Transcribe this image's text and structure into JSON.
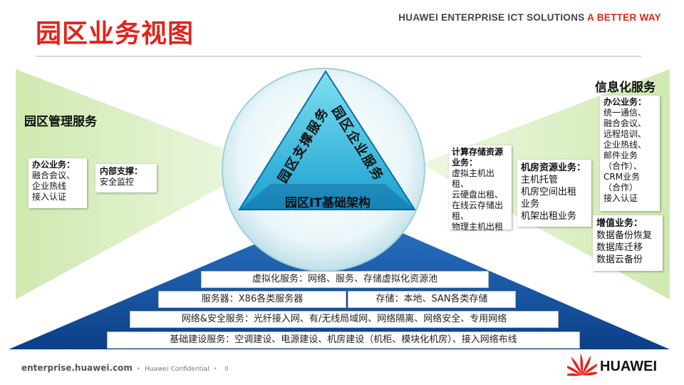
{
  "header": {
    "title": "园区业务视图",
    "tagline_main": "HUAWEI ENTERPRISE ICT SOLUTIONS",
    "tagline_accent": "A BETTER WAY",
    "accent_color": "#e2231a"
  },
  "left": {
    "section_title": "园区管理服务",
    "office_box": {
      "title": "办公业务：",
      "body": "融合会议、\n企业热线\n接入认证"
    },
    "support_box": {
      "title": "内部支撑：",
      "body": "安全监控"
    }
  },
  "right": {
    "section_title": "信息化服务",
    "compute_box": {
      "title": "计算存储资源\n业务：",
      "body": "虚拟主机出租、\n云硬盘出租、\n在线云存储出\n租、\n物理主机出租"
    },
    "datacenter_box": {
      "title": "机房资源业务：",
      "body": "主机托管\n机房空间出租\n业务\n机架出租业务"
    },
    "office_box": {
      "title": "办公业务：",
      "body": "统一通信、\n融合会议、\n远程培训、\n企业热线、\n邮件业务\n（合作）、\nCRM业务\n（合作）\n接入认证"
    },
    "value_box": {
      "title": "增值业务：",
      "body": "数据备份恢复\n数据库迁移\n数据云备份"
    }
  },
  "center": {
    "left_side_label": "园区支撑服务",
    "right_side_label": "园区企业服务",
    "base_label": "园区IT基础架构"
  },
  "pyramid": {
    "row1": "虚拟化服务：网络、服务、存储虚拟化资源池",
    "row2_left": "服务器：X86各类服务器",
    "row2_right": "存储：本地、SAN各类存储",
    "row3": "网络&安全服务：光纤接入网、有/无线局域网、网络隔离、网络安全、专用网络",
    "row4": "基础建设服务：空调建设、电源建设、机房建设（机柜、模块化机房）、接入网络布线"
  },
  "footer": {
    "site": "enterprise.huawei.com",
    "separator": "•",
    "confidential": "Huawei Confidential",
    "page": "8"
  },
  "logo": {
    "text": "HUAWEI",
    "color": "#e2231a"
  }
}
